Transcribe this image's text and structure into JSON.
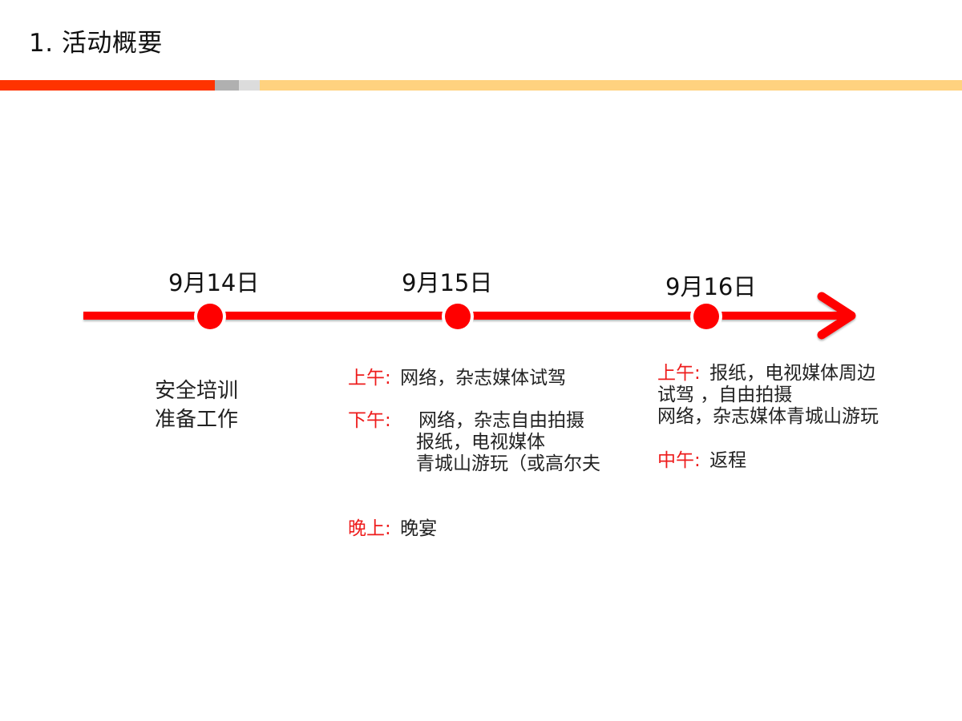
{
  "slide": {
    "title": "1. 活动概要"
  },
  "header_bar": {
    "colors": [
      "#ff3300",
      "#b0b0b0",
      "#dcdcdc",
      "#ffd27f"
    ]
  },
  "timeline": {
    "line_color": "#ff0000",
    "dates": [
      {
        "label": "9月14日"
      },
      {
        "label": "9月15日"
      },
      {
        "label": "9月16日"
      }
    ]
  },
  "day1": {
    "lines": [
      "安全培训",
      "准备工作"
    ]
  },
  "day2": {
    "morning": {
      "label": "上午:",
      "lines": [
        "网络，杂志媒体试驾"
      ]
    },
    "afternoon": {
      "label": "下午:",
      "lines": [
        "网络，杂志自由拍摄",
        "报纸，电视媒体",
        "青城山游玩（或高尔夫"
      ]
    },
    "evening": {
      "label": "晚上:",
      "lines": [
        "晚宴"
      ]
    }
  },
  "day3": {
    "morning": {
      "label": "上午:",
      "lines": [
        "报纸，电视媒体周边",
        "试驾 ，自由拍摄",
        "网络，杂志媒体青城山游玩"
      ]
    },
    "noon": {
      "label": "中午:",
      "lines": [
        "返程"
      ]
    }
  }
}
